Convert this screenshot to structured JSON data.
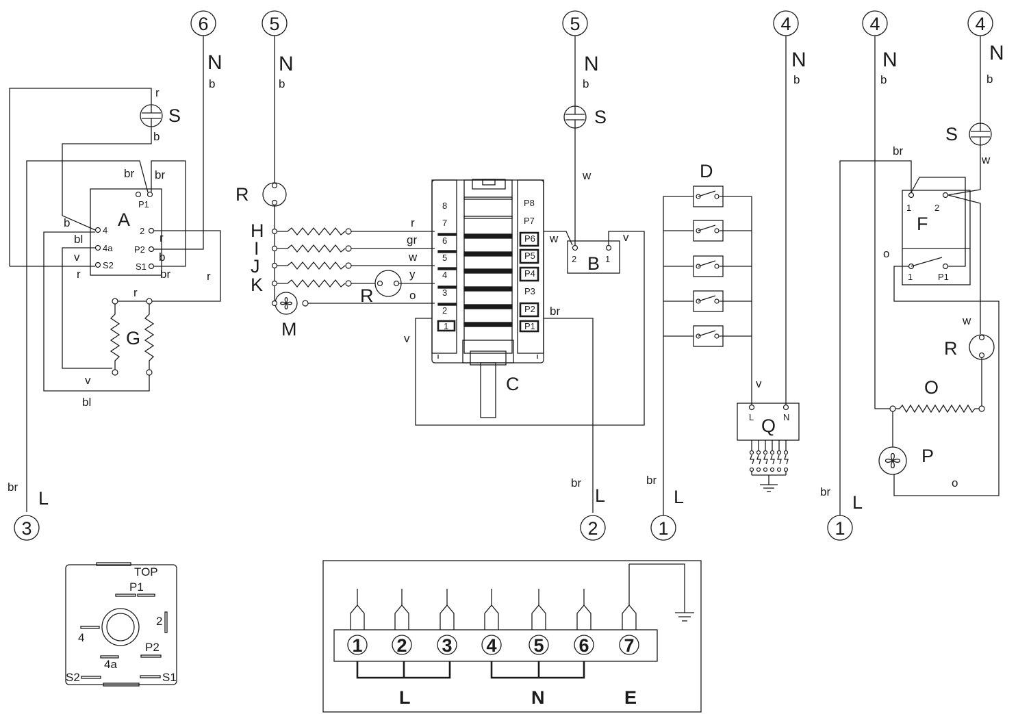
{
  "connectors": {
    "top6": "6",
    "top5a": "5",
    "top5b": "5",
    "top4a": "4",
    "top4b": "4",
    "top4c": "4",
    "bot3": "3",
    "bot2": "2",
    "bot1a": "1",
    "bot1b": "1"
  },
  "lines": {
    "L": "L",
    "N": "N",
    "E": "E"
  },
  "components": {
    "A": "A",
    "B": "B",
    "C": "C",
    "D": "D",
    "F": "F",
    "G": "G",
    "H": "H",
    "I": "I",
    "J": "J",
    "K": "K",
    "M": "M",
    "O": "O",
    "P": "P",
    "Q": "Q",
    "R": "R",
    "S": "S"
  },
  "wire_colors": {
    "b": "b",
    "r": "r",
    "br": "br",
    "bl": "bl",
    "v": "v",
    "w": "w",
    "gr": "gr",
    "y": "y",
    "o": "o"
  },
  "terminals": {
    "P1": "P1",
    "P2": "P2",
    "P3": "P3",
    "P4": "P4",
    "P5": "P5",
    "P6": "P6",
    "P7": "P7",
    "P8": "P8",
    "S1": "S1",
    "S2": "S2",
    "t4": "4",
    "t4a": "4a",
    "t2": "2",
    "t1": "1",
    "n1": "1",
    "n2": "2",
    "n3": "3",
    "n4": "4",
    "n5": "5",
    "n6": "6",
    "n7": "7",
    "n8": "8",
    "qL": "L",
    "qN": "N",
    "top": "TOP"
  },
  "terminal_block": {
    "positions": [
      "1",
      "2",
      "3",
      "4",
      "5",
      "6",
      "7"
    ]
  },
  "colors": {
    "line": "#1a1a1a",
    "background": "#ffffff"
  }
}
